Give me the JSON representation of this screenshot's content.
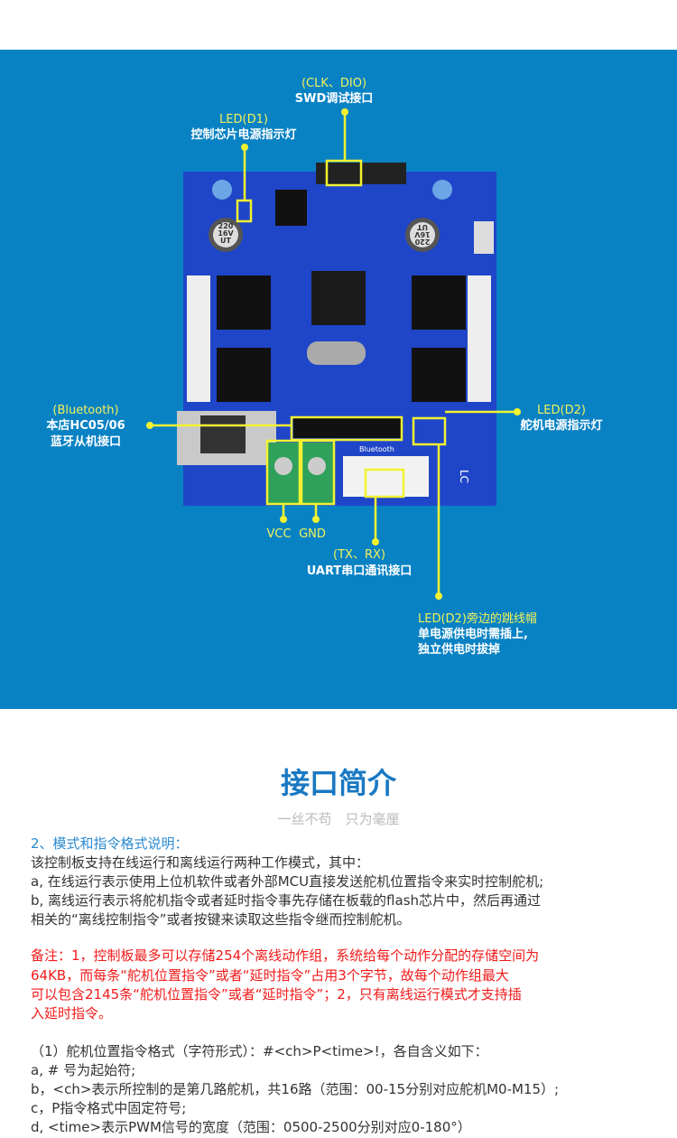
{
  "annotations": {
    "swd": {
      "top": "(CLK、DIO)",
      "bottom": "SWD调试接口"
    },
    "led_d1": {
      "top": "LED(D1)",
      "bottom": "控制芯片电源指示灯"
    },
    "bluetooth": {
      "top": "(Bluetooth)",
      "mid": "本店HC05/06",
      "bottom": "蓝牙从机接口"
    },
    "led_d2": {
      "top": "LED(D2)",
      "bottom": "舵机电源指示灯"
    },
    "vcc": "VCC",
    "gnd": "GND",
    "uart": {
      "top": "(TX、RX)",
      "bottom": "UART串口通讯接口"
    },
    "jumper": {
      "top": "LED(D2)旁边的跳线帽",
      "mid": "单电源供电时需插上,",
      "bottom": "独立供电时拔掉"
    }
  },
  "board": {
    "cap_label": "220 16V UT",
    "bluetooth_silk": "Bluetooth",
    "logo": "LC"
  },
  "section": {
    "title": "接口简介",
    "subtitle": "一丝不苟　只为毫厘"
  },
  "content": {
    "heading": "2、模式和指令格式说明：",
    "lines": [
      "该控制板支持在线运行和离线运行两种工作模式，其中：",
      "a, 在线运行表示使用上位机软件或者外部MCU直接发送舵机位置指令来实时控制舵机;",
      "b, 离线运行表示将舵机指令或者延时指令事先存储在板载的flash芯片中，然后再通过",
      "相关的“离线控制指令”或者按键来读取这些指令继而控制舵机。"
    ],
    "note": [
      "备注：1，控制板最多可以存储254个离线动作组，系统给每个动作分配的存储空间为",
      "64KB，而每条“舵机位置指令”或者“延时指令”占用3个字节，故每个动作组最大",
      "可以包含2145条“舵机位置指令”或者“延时指令”；2，只有离线运行模式才支持插",
      "入延时指令。"
    ],
    "format": [
      "（1）舵机位置指令格式（字符形式）：#<ch>P<time>!，各自含义如下：",
      "a,  # 号为起始符;",
      "b，<ch>表示所控制的是第几路舵机，共16路（范围：00-15分别对应舵机M0-M15）;",
      "c，P指令格式中固定符号;",
      "d, <time>表示PWM信号的宽度（范围：0500-2500分别对应0-180°）"
    ]
  }
}
